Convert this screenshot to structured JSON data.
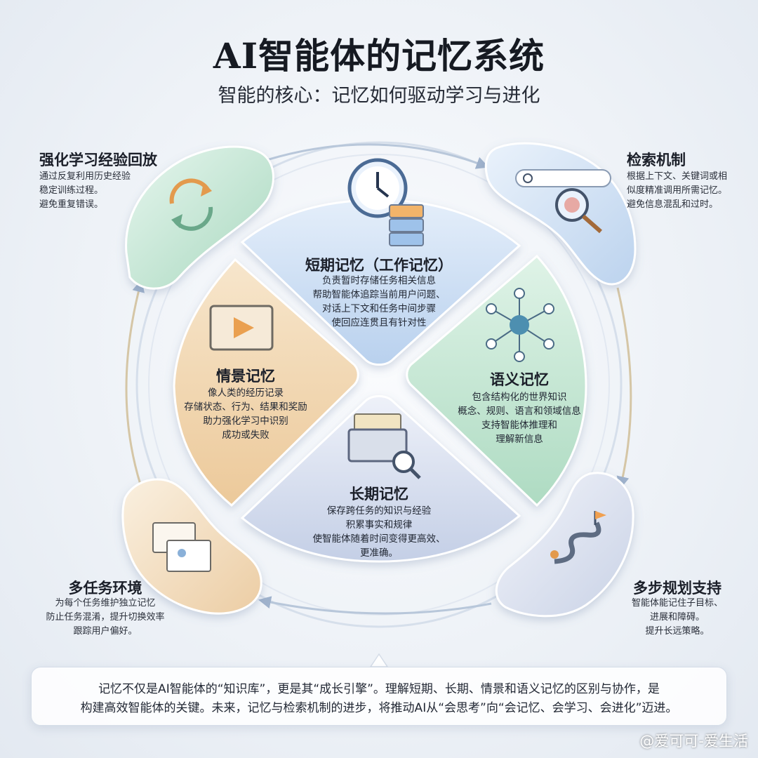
{
  "title": "AI智能体的记忆系统",
  "subtitle": "智能的核心：记忆如何驱动学习与进化",
  "core": {
    "short_term": {
      "heading": "短期记忆（工作记忆）",
      "desc": "负责暂时存储任务相关信息\n帮助智能体追踪当前用户问题、\n对话上下文和任务中间步骤\n使回应连贯且有针对性",
      "icons": [
        "clock-icon",
        "server-icon"
      ]
    },
    "episodic": {
      "heading": "情景记忆",
      "desc": "像人类的经历记录\n存储状态、行为、结果和奖励\n助力强化学习中识别\n成功或失败",
      "icons": [
        "video-icon"
      ]
    },
    "semantic": {
      "heading": "语义记忆",
      "desc": "包含结构化的世界知识\n概念、规则、语言和领域信息\n支持智能体推理和\n理解新信息",
      "icons": [
        "knowledge-graph-icon"
      ]
    },
    "long_term": {
      "heading": "长期记忆",
      "desc": "保存跨任务的知识与经验\n积累事实和规律\n使智能体随着时间变得更高效、\n更准确。",
      "icons": [
        "file-box-icon",
        "magnifier-icon"
      ]
    }
  },
  "outer": {
    "rl_replay": {
      "heading": "强化学习经验回放",
      "desc": "通过反复利用历史经验\n稳定训练过程。\n避免重复错误。",
      "icons": [
        "refresh-cycle-icon"
      ]
    },
    "retrieval": {
      "heading": "检索机制",
      "desc": "根据上下文、关键词或相\n似度精准调用所需记忆。\n避免信息混乱和过时。",
      "icons": [
        "search-bar-icon",
        "brain-magnifier-icon"
      ]
    },
    "multitask": {
      "heading": "多任务环境",
      "desc": "为每个任务维护独立记忆\n防止任务混淆，提升切换效率\n跟踪用户偏好。",
      "icons": [
        "browser-windows-icon"
      ]
    },
    "planning": {
      "heading": "多步规划支持",
      "desc": "智能体能记住子目标、\n进展和障碍。\n提升长远策略。",
      "icons": [
        "route-flag-icon"
      ]
    }
  },
  "summary": "记忆不仅是AI智能体的“知识库”，更是其“成长引擎”。理解短期、长期、情景和语义记忆的区别与协作，是\n构建高效智能体的关键。未来，记忆与检索机制的进步，将推动AI从“会思考”向“会记忆、会学习、会进化”迈进。",
  "watermark": "@爱可可-爱生活",
  "colors": {
    "blue": "#c9dcf1",
    "peach": "#f0d5b0",
    "mint": "#c3e6d2",
    "lavender": "#d6def0",
    "text": "#1f2430"
  }
}
